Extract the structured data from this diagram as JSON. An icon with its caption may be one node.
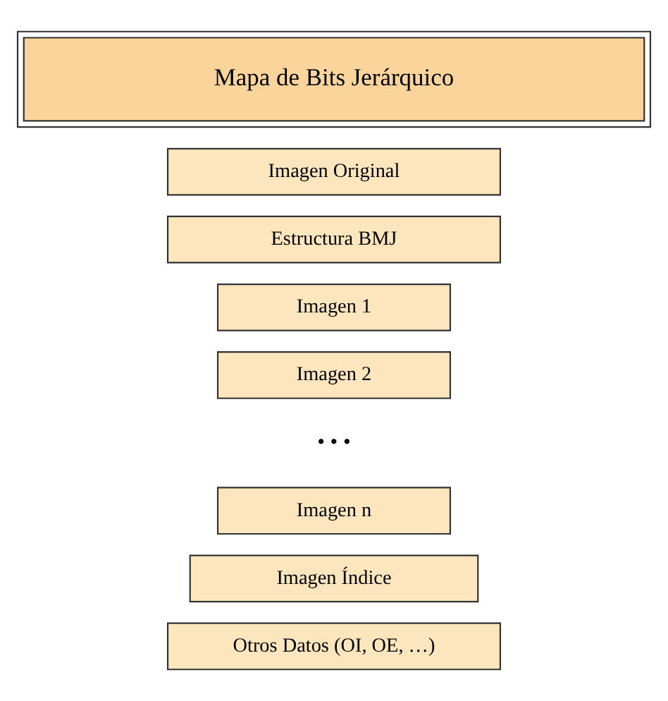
{
  "diagram": {
    "nodes": [
      {
        "text": [
          "Mapa de Bits Jerárquico"
        ]
      },
      {
        "text": [
          "Imagen Original"
        ]
      },
      {
        "text": [
          "Estructura BMJ"
        ]
      },
      {
        "text": [
          "Imagen 1"
        ]
      },
      {
        "text": [
          "Imagen 2"
        ]
      },
      {
        "text": [
          "Imagen n"
        ]
      },
      {
        "text": [
          "Imagen Índice"
        ]
      },
      {
        "text": [
          "Otros Datos (OI, OE, …)"
        ]
      }
    ],
    "edges": [],
    "labels": [
      "• • •"
    ]
  }
}
